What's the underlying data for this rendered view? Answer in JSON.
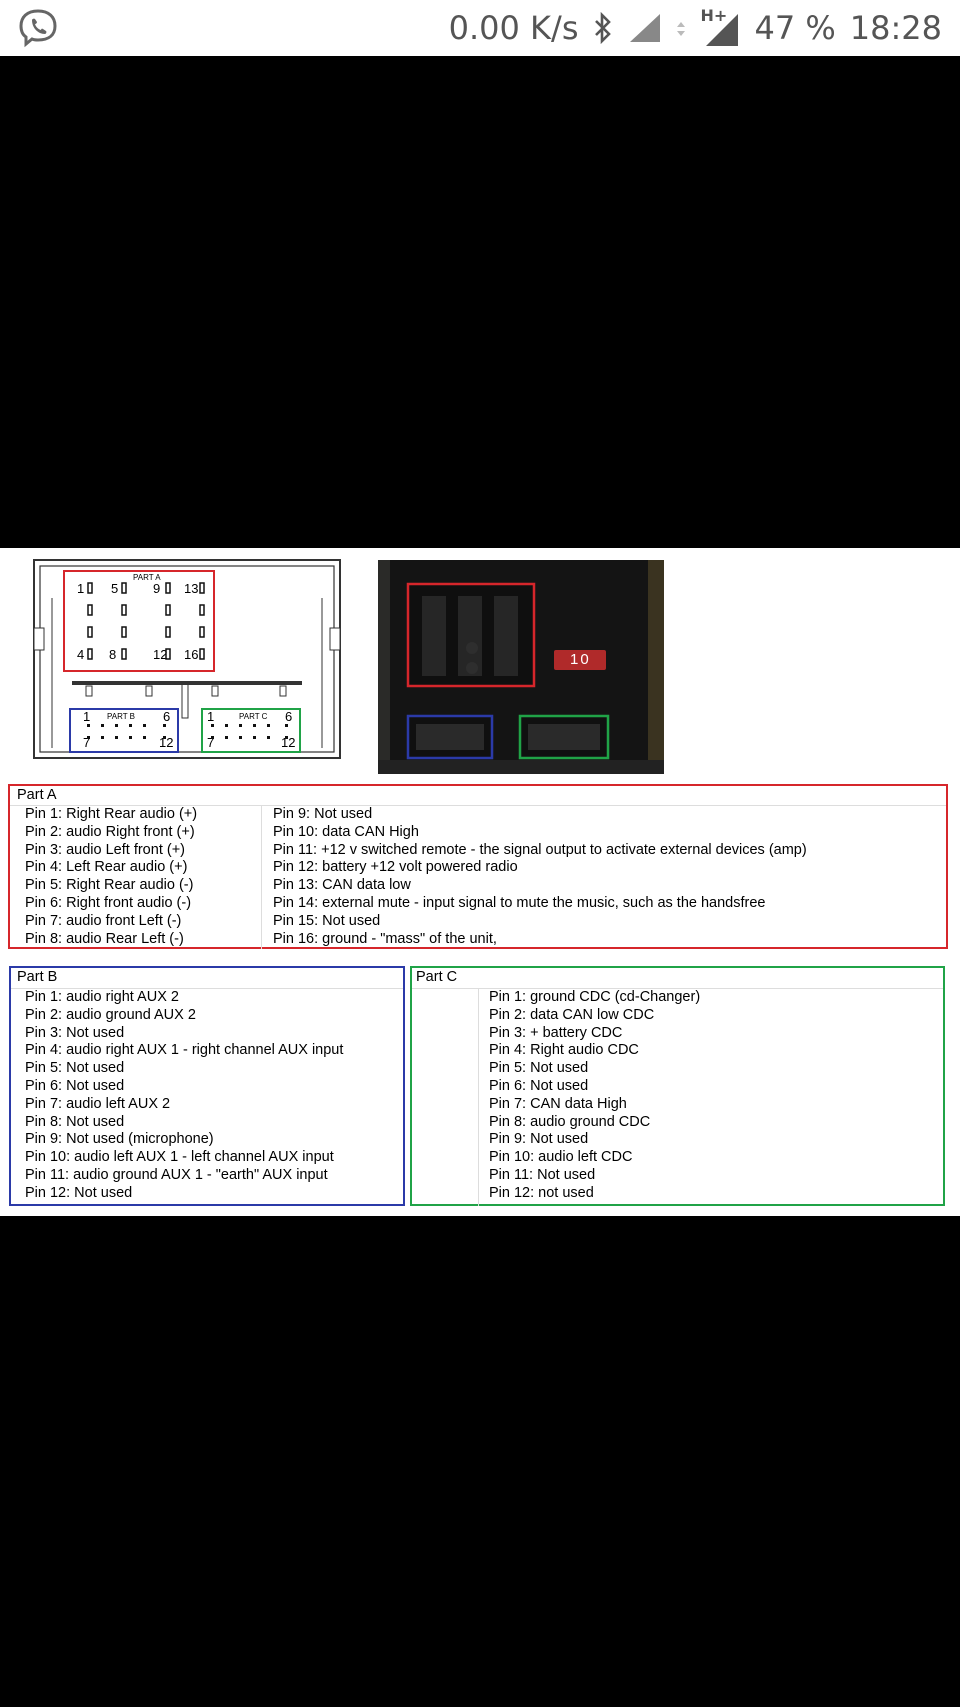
{
  "status_bar": {
    "speed": "0.00 K/s",
    "network": "H+",
    "battery": "47 %",
    "time": "18:28"
  },
  "diagram": {
    "part_a_label": "PART A",
    "part_b_label": "PART B",
    "part_c_label": "PART C",
    "pin_labels_a": [
      "1",
      "5",
      "9",
      "13",
      "4",
      "8",
      "12",
      "16"
    ],
    "pin_labels_b": [
      "1",
      "6",
      "7",
      "12"
    ],
    "pin_labels_c": [
      "1",
      "6",
      "7",
      "12"
    ],
    "fuse_label": "10"
  },
  "part_a": {
    "title": "Part A",
    "left": [
      "Pin 1: Right Rear audio (+)",
      "Pin 2: audio Right front (+)",
      "Pin 3: audio Left front (+)",
      "Pin 4: Left Rear audio (+)",
      "Pin 5: Right Rear audio (-)",
      "Pin 6: Right front audio (-)",
      "Pin 7: audio front Left (-)",
      "Pin 8: audio Rear Left (-)"
    ],
    "right": [
      "Pin 9: Not used",
      "Pin 10: data CAN High",
      "Pin 11: +12 v switched remote - the signal output to activate external devices (amp)",
      "Pin 12: battery +12 volt powered radio",
      "Pin 13: CAN data low",
      "Pin 14: external mute - input signal to mute the music, such as the handsfree",
      "Pin 15: Not used",
      "Pin 16: ground - \"mass\" of the unit,"
    ]
  },
  "part_b": {
    "title": "Part B",
    "pins": [
      "Pin 1: audio right AUX 2",
      "Pin 2: audio ground AUX 2",
      "Pin 3: Not used",
      "Pin 4: audio right AUX 1 - right channel AUX input",
      "Pin 5: Not used",
      "Pin 6: Not used",
      "Pin 7: audio left AUX 2",
      "Pin 8: Not used",
      "Pin 9: Not used (microphone)",
      "Pin 10: audio left AUX 1 - left channel AUX input",
      "Pin 11: audio ground AUX 1 - \"earth\" AUX input",
      "Pin 12: Not used"
    ]
  },
  "part_c": {
    "title": "Part C",
    "pins": [
      "Pin 1: ground CDC (cd-Changer)",
      "Pin 2: data CAN low CDC",
      "Pin 3: + battery CDC",
      "Pin 4: Right audio CDC",
      "Pin 5: Not used",
      "Pin 6: Not used",
      "Pin 7: CAN data High",
      "Pin 8: audio ground CDC",
      "Pin 9: Not used",
      "Pin 10: audio left CDC",
      "Pin 11: Not used",
      "Pin 12: not used"
    ]
  }
}
